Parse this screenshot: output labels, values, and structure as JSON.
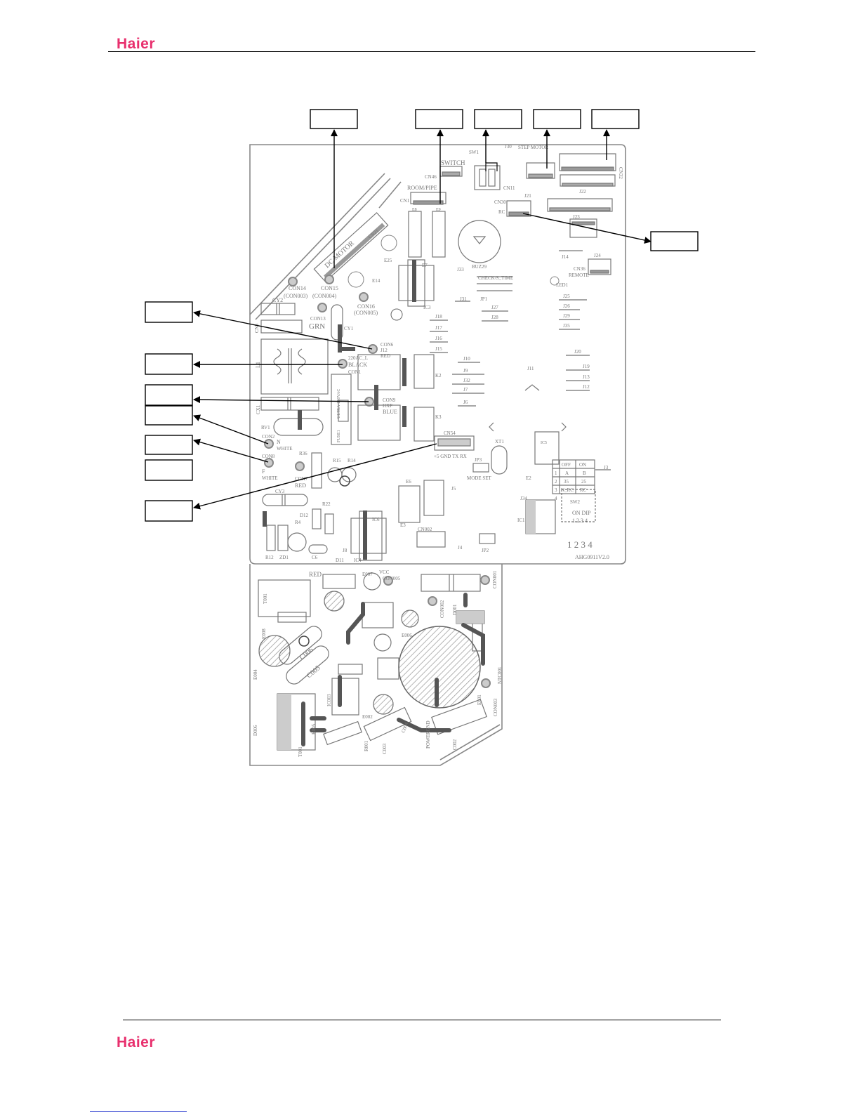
{
  "header": {
    "brand": "Haier"
  },
  "footer": {
    "brand": "Haier"
  },
  "board": {
    "model": "AHG0911V2.0",
    "labels": {
      "switch": "SWITCH",
      "cn46": "CN46",
      "room_pipe": "ROOM/PIPE",
      "cn1": "CN1",
      "sw1": "SW1",
      "j30": "J30",
      "step_motor": "STEP MOTOR",
      "cn11": "CN11",
      "cn32": "CN32",
      "cn30": "CN30",
      "rc": "RC",
      "j21": "J21",
      "j22": "J22",
      "j23": "J23",
      "j14": "J14",
      "j24": "J24",
      "cn36": "CN36",
      "remote": "REMOTE",
      "led1": "LED1",
      "dc_motor": "DC MOTOR",
      "cn21": "CN21",
      "e25": "E25",
      "e14": "E14",
      "con14": "CON14",
      "con003": "(CON003)",
      "con15": "CON15",
      "con004": "(CON004)",
      "con16": "CON16",
      "con005": "(CON005)",
      "con13": "CON13",
      "grn": "GRN",
      "cy1": "CY1",
      "cy2": "CY2",
      "cn5": "CN5",
      "l1": "L1",
      "cx1": "CX1",
      "rv1": "RV1",
      "con6": "CON6",
      "j12": "J12",
      "red": "RED",
      "ac_l": "220AC_L",
      "black": "BLACK",
      "con1": "CON1",
      "con9": "CON9",
      "hxf": "HXF",
      "blue": "BLUE",
      "ultra": "ULTRA-250VAC",
      "fuse": "FUSE1",
      "con2": "CON2",
      "n": "N",
      "white": "WHITE",
      "con8": "CON8",
      "f": "F",
      "r36": "R36",
      "r15": "R15",
      "r14": "R14",
      "con7": "CON7",
      "cy3": "CY3",
      "r22": "R22",
      "d12": "D12",
      "r4": "R4",
      "r12": "R12",
      "zd1": "ZD1",
      "c6": "C6",
      "d11": "D11",
      "j8": "J8",
      "ic4": "IC4",
      "ic6": "IC6",
      "cn54": "CN54",
      "pins": "+5 GND TX RX",
      "xt1": "XT1",
      "jp3": "JP3",
      "mode_set": "MODE SET",
      "e6": "E6",
      "j5": "J5",
      "e3": "E3",
      "cn002": "CN002",
      "j4": "J4",
      "jp2": "JP2",
      "j34": "J34",
      "ic1": "IC1",
      "e2": "E2",
      "sw2": "SW2",
      "dip": "ON   DIP",
      "dip_nums": "1  2  3  4",
      "j3": "J3",
      "check": "CHECK/S_TIME",
      "jp1": "JP1",
      "j33": "J33",
      "buz": "BUZ29",
      "ic3": "IC3",
      "e7": "E7",
      "j31": "J31",
      "j27": "J27",
      "j28": "J28",
      "j25": "J25",
      "j26": "J26",
      "j29": "J29",
      "j35": "J35",
      "j18": "J18",
      "j17": "J17",
      "j16": "J16",
      "j15": "J15",
      "j10": "J10",
      "j9": "J9",
      "j32": "J32",
      "j7": "J7",
      "j6": "J6",
      "j20": "J20",
      "j19": "J19",
      "j13": "J13",
      "j11": "J11",
      "k2": "K2",
      "k3": "K3",
      "e8": "E8",
      "e9": "E9",
      "ic5": "IC5"
    },
    "power_labels": {
      "red": "RED",
      "e007": "E007",
      "vcc": "VCC",
      "con005": "CON005",
      "con001": "CON001",
      "t001": "T001",
      "e008": "E008",
      "e004": "E004",
      "c006": "C006",
      "c005": "C005",
      "ic003": "IC003",
      "d006": "D006",
      "r005": "R005",
      "t001b": "T001",
      "e002": "E002",
      "r001": "R001",
      "c003": "C003",
      "c004": "C004",
      "powergnd": "POWERGND",
      "c002": "C002",
      "con003": "CON003",
      "ntc001": "NTC001",
      "e006": "E006",
      "con002": "CON002",
      "d001": "D001",
      "e001": "E001"
    },
    "dip_table": [
      [
        "",
        "OFF",
        "ON"
      ],
      [
        "1",
        "A",
        "B"
      ],
      [
        "2",
        "35",
        "25"
      ],
      [
        "3",
        "N_RC",
        "RC"
      ],
      [
        "4",
        "",
        ""
      ]
    ]
  },
  "callouts": {
    "count": 13
  }
}
